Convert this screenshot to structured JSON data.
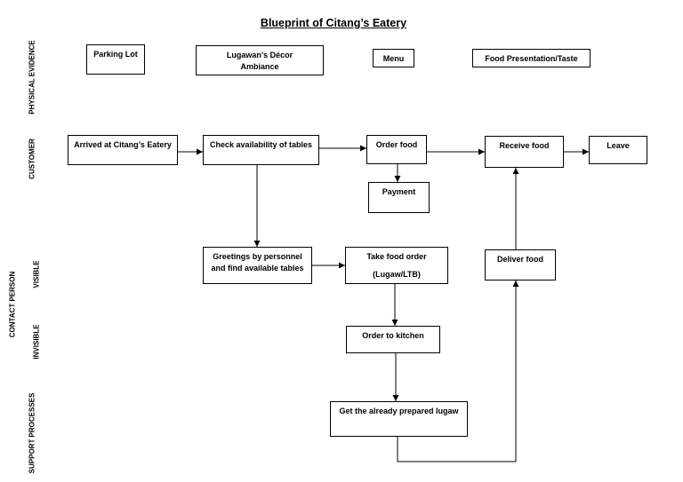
{
  "title": "Blueprint of Citang’s Eatery",
  "lanes": {
    "physical_evidence": "PHYSICAL EVIDENCE",
    "customer": "CUSTOMER",
    "contact_person": "CONTACT PERSON",
    "visible": "VISIBLE",
    "invisible": "INVISIBLE",
    "support_processes": "SUPPORT PROCESSES"
  },
  "evidence": {
    "parking": "Parking Lot",
    "decor_1": "Lugawan’s Décor",
    "decor_2": "Ambiance",
    "menu": "Menu",
    "food": "Food Presentation/Taste"
  },
  "customer": {
    "arrived": "Arrived at Citang’s Eatery",
    "check_tables": "Check availability of tables",
    "order_food": "Order food",
    "payment": "Payment",
    "receive_food": "Receive food",
    "leave": "Leave"
  },
  "visible": {
    "greetings_1": "Greetings by personnel",
    "greetings_2": "and find available tables",
    "take_order_1": "Take food order",
    "take_order_2": "(Lugaw/LTB)",
    "deliver": "Deliver food"
  },
  "invisible": {
    "to_kitchen": "Order to kitchen"
  },
  "support": {
    "prepared": "Get the already prepared lugaw"
  }
}
